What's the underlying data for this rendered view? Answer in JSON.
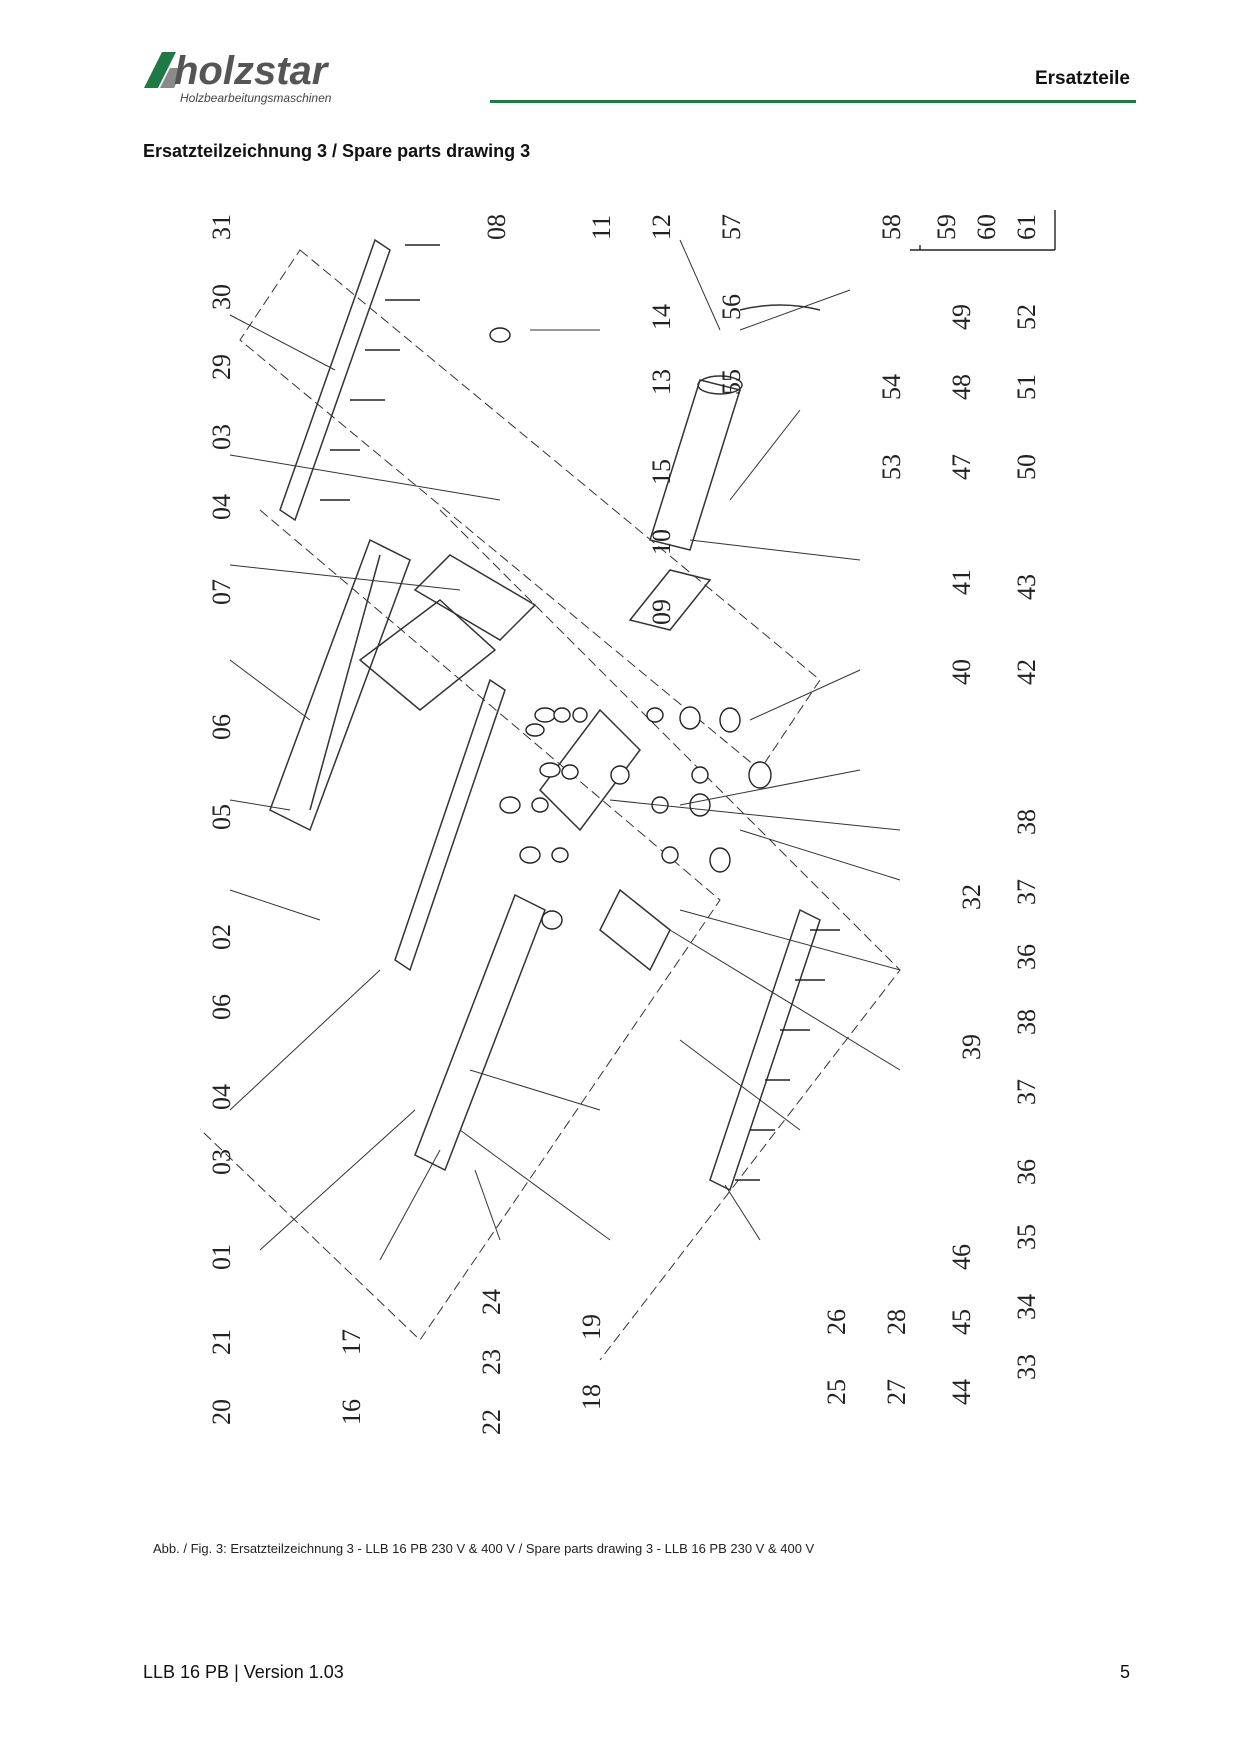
{
  "header": {
    "brand": "holzstar",
    "tagline": "Holzbearbeitungsmaschinen",
    "section": "Ersatzteile",
    "colors": {
      "brand_green": "#1d7a45",
      "brand_grey": "#555555"
    }
  },
  "title": "Ersatzteilzeichnung 3 / Spare parts drawing 3",
  "drawing": {
    "callouts": {
      "left_top": [
        "31",
        "30",
        "29",
        "03",
        "04",
        "07",
        "06",
        "05",
        "02",
        "06",
        "04",
        "03",
        "01"
      ],
      "mid_top": [
        "08",
        "11",
        "12",
        "14",
        "13",
        "15",
        "10",
        "09"
      ],
      "right_top": [
        "57",
        "56",
        "55",
        "54",
        "53",
        "58"
      ],
      "boxed": [
        "59",
        "60",
        "61"
      ],
      "far_right": [
        "49",
        "52",
        "48",
        "51",
        "47",
        "50",
        "41",
        "43",
        "40",
        "42",
        "38",
        "37",
        "32",
        "36",
        "38",
        "39",
        "37",
        "36",
        "35",
        "46",
        "34",
        "45",
        "33",
        "44",
        "28",
        "27",
        "26",
        "25"
      ],
      "bottom": [
        "21",
        "20",
        "17",
        "16",
        "24",
        "23",
        "22",
        "19",
        "18"
      ]
    }
  },
  "caption": "Abb. / Fig. 3: Ersatzteilzeichnung 3 - LLB 16 PB 230 V & 400 V / Spare parts drawing 3 - LLB 16 PB 230 V & 400 V",
  "footer": {
    "doc": "LLB 16 PB | Version 1.03",
    "page": "5"
  }
}
